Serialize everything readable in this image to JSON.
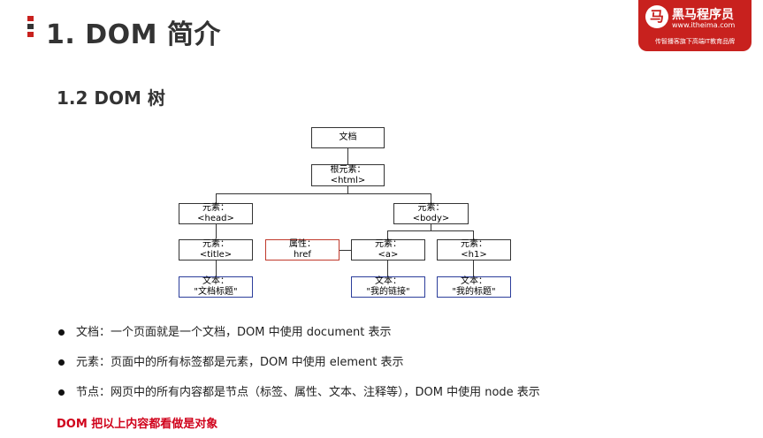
{
  "header": {
    "title": "1. DOM 简介",
    "mark_colors": [
      "#c8211e",
      "#333333",
      "#c8211e"
    ]
  },
  "logo": {
    "emblem": "马",
    "brand": "黑马程序员",
    "url": "www.itheima.com",
    "slogan": "传智播客旗下高端IT教育品牌",
    "color": "#c8211e"
  },
  "section": {
    "title": "1.2 DOM 树"
  },
  "tree": {
    "document": {
      "line1": "文档",
      "line2": ""
    },
    "root": {
      "line1": "根元素：",
      "line2": "<html>"
    },
    "head": {
      "line1": "元素：",
      "line2": "<head>"
    },
    "body": {
      "line1": "元素：",
      "line2": "<body>"
    },
    "title_el": {
      "line1": "元素：",
      "line2": "<title>"
    },
    "attribute": {
      "line1": "属性：",
      "line2": "href"
    },
    "a_el": {
      "line1": "元素：",
      "line2": "<a>"
    },
    "h1_el": {
      "line1": "元素：",
      "line2": "<h1>"
    },
    "text_title": {
      "line1": "文本：",
      "line2": "\"文档标题\""
    },
    "text_link": {
      "line1": "文本：",
      "line2": "\"我的链接\""
    },
    "text_h1": {
      "line1": "文本：",
      "line2": "\"我的标题\""
    }
  },
  "bullets": [
    "文档：一个页面就是一个文档，DOM 中使用 document 表示",
    "元素：页面中的所有标签都是元素，DOM 中使用 element 表示",
    "节点：网页中的所有内容都是节点（标签、属性、文本、注释等），DOM 中使用 node 表示"
  ],
  "note": "DOM 把以上内容都看做是对象",
  "colors": {
    "attr_border": "#c0392b",
    "text_border": "#2c3e9b",
    "note": "#d0021b"
  }
}
